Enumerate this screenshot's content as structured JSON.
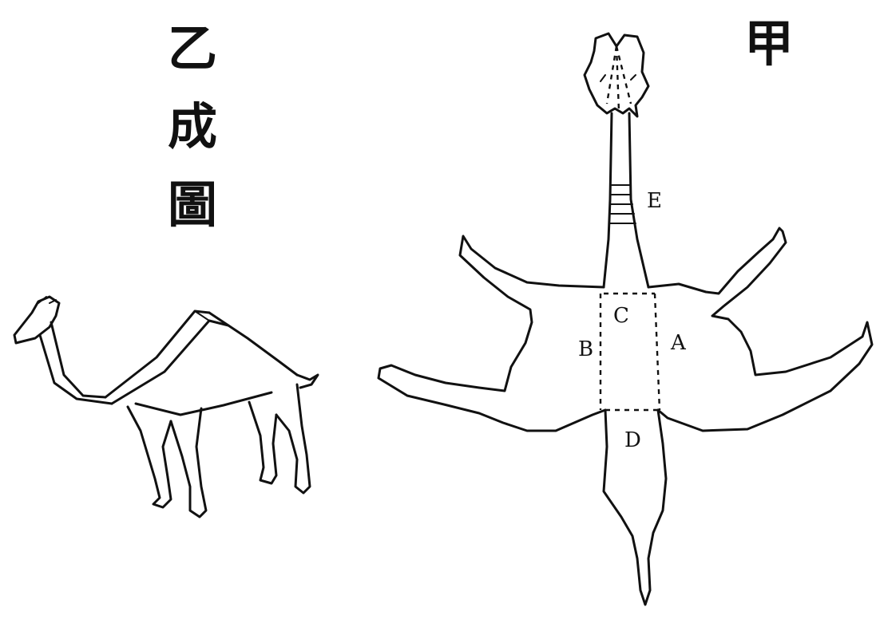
{
  "left_title": [
    "乙",
    "成",
    "圖"
  ],
  "right_title": "甲",
  "labels": {
    "A": "A",
    "B": "B",
    "C": "C",
    "D": "D",
    "E": "E"
  }
}
